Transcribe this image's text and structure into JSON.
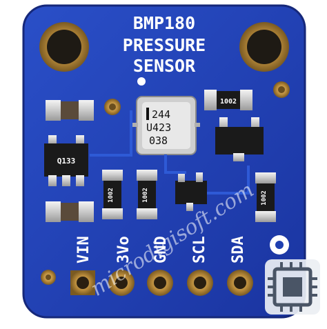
{
  "board": {
    "title_line1": "BMP180",
    "title_line2": "PRESSURE",
    "title_line3": "SENSOR",
    "color": "#1f3fb0"
  },
  "sensor_chip": {
    "line1": "244",
    "line2": "U423",
    "line3": "038"
  },
  "resistors": {
    "r1": "1002",
    "r2": "1002",
    "r3": "1002",
    "r4": "1002"
  },
  "regulator": {
    "label": "Q133"
  },
  "pins": [
    "VIN",
    "3Vo",
    "GND",
    "SCL",
    "SDA"
  ],
  "watermark": {
    "text": "microdigisoft.com",
    "logo_icon": "chip-icon"
  }
}
